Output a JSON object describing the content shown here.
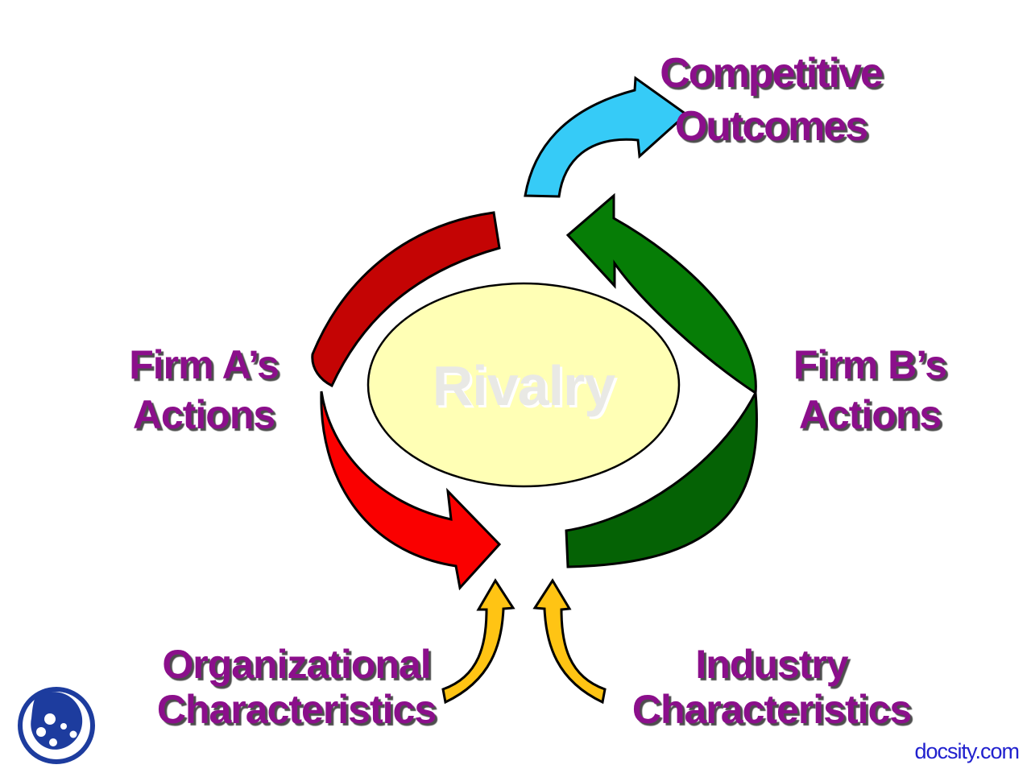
{
  "slide": {
    "title": {
      "line1": "Competitive",
      "line2": "Outcomes"
    },
    "center_label": "Rivalry",
    "labels": {
      "firm_a": {
        "line1": "Firm A’s",
        "line2": "Actions"
      },
      "firm_b": {
        "line1": "Firm B’s",
        "line2": "Actions"
      },
      "organizational": {
        "line1": "Organizational",
        "line2": "Characteristics"
      },
      "industry": {
        "line1": "Industry",
        "line2": "Characteristics"
      }
    },
    "arrows": [
      {
        "name": "firm-a-actions-arrow",
        "description": "red curved ribbon arrow on left side of cycle, head pointing right at bottom",
        "front_color_key": "red_front",
        "back_color_key": "red_back"
      },
      {
        "name": "firm-b-actions-arrow",
        "description": "green curved ribbon arrow on right side of cycle, head pointing left at top",
        "front_color_key": "green_front",
        "back_color_key": "green_back"
      },
      {
        "name": "competitive-outcomes-arrow",
        "description": "cyan curved arrow pointing up-right toward title",
        "color_key": "cyan_arrow"
      },
      {
        "name": "organizational-characteristics-arrow",
        "description": "gold curved arrow pointing up from Organizational Characteristics",
        "color_key": "gold_arrow"
      },
      {
        "name": "industry-characteristics-arrow",
        "description": "gold curved arrow pointing up from Industry Characteristics",
        "color_key": "gold_arrow"
      }
    ],
    "watermark": {
      "text": "docsity.com"
    }
  },
  "colors": {
    "purple_text": "#8B0F8B",
    "text_shadow": "#4D4D4D",
    "red_front": "#FA0000",
    "red_back": "#C40404",
    "green_front": "#067D06",
    "green_back": "#056205",
    "cyan_arrow": "#36CBF7",
    "gold_arrow": "#FFC414",
    "ellipse_fill": "#FFFFB5",
    "rivalry_text": "#E9E9E5",
    "outline": "#000000",
    "docsity_blue": "#2121CE",
    "logo_blue": "#1D3C9E"
  }
}
